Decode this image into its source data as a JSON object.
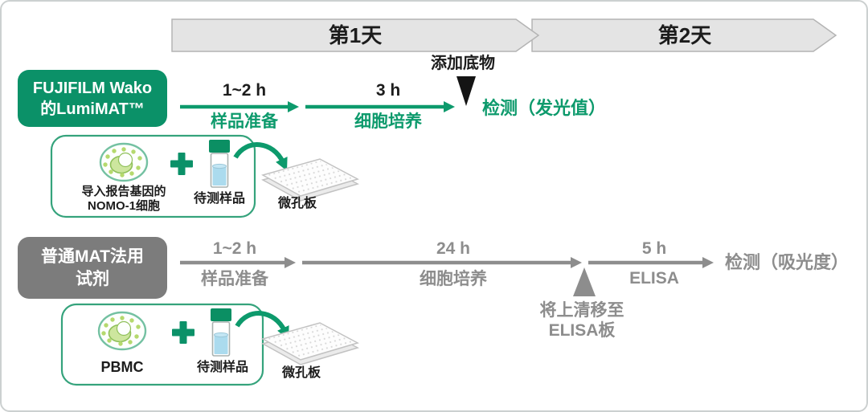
{
  "colors": {
    "brand_green": "#0b9168",
    "accent_green": "#0d9a6c",
    "gray_box": "#7c7c7c",
    "gray_text": "#8d8d8d",
    "chevron_fill": "#e4e4e4",
    "chevron_border": "#b4b4b4",
    "black_text": "#1c1c1c",
    "vial_liquid_blue": "#abdbee",
    "cell_dot_green": "#b5d96e"
  },
  "header": {
    "day1": "第1天",
    "day2": "第2天"
  },
  "lumimat": {
    "label_line1": "FUJIFILM Wako",
    "label_line2": "的LumiMAT™",
    "step1_duration": "1~2 h",
    "step1_name": "样品准备",
    "step2_duration": "3 h",
    "step2_name": "细胞培养",
    "marker_label": "添加底物",
    "result": "检测（发光值）",
    "box": {
      "cells_line1": "导入报告基因的",
      "cells_line2": "NOMO-1细胞",
      "sample": "待测样品",
      "plate": "微孔板"
    }
  },
  "mat": {
    "label_line1": "普通MAT法用",
    "label_line2": "试剂",
    "step1_duration": "1~2 h",
    "step1_name": "样品准备",
    "step2_duration": "24 h",
    "step2_name": "细胞培养",
    "step3_duration": "5 h",
    "step3_name": "ELISA",
    "marker_line1": "将上清移至",
    "marker_line2": "ELISA板",
    "result": "检测（吸光度）",
    "box": {
      "cells": "PBMC",
      "sample": "待测样品",
      "plate": "微孔板"
    }
  }
}
